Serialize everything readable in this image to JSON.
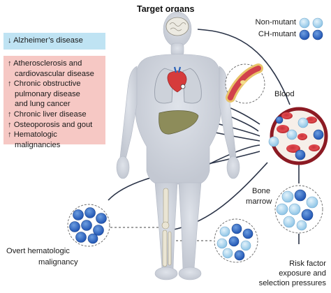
{
  "title": "Target organs",
  "legend": {
    "non_mutant": "Non-mutant",
    "ch_mutant": "CH-mutant",
    "non_mutant_color": "#a9d6ef",
    "ch_mutant_color": "#2b66c4"
  },
  "decreased": {
    "arrow": "↓",
    "items": [
      "Alzheimer’s disease"
    ],
    "color": "#bfe3f3"
  },
  "increased": {
    "arrow": "↑",
    "items": [
      "Atherosclerosis and",
      "cardiovascular disease",
      "Chronic obstructive",
      "pulmonary disease",
      "and lung cancer",
      "Chronic liver disease",
      "Osteoporosis and gout",
      "Hematologic",
      "malignancies"
    ],
    "color": "#f6c8c4"
  },
  "labels": {
    "blood": "Blood",
    "bone_marrow_1": "Bone",
    "bone_marrow_2": "marrow",
    "malignancy_1": "Overt hematologic",
    "malignancy_2": "malignancy",
    "risk_1": "Risk factor",
    "risk_2": "exposure and",
    "risk_3": "selection pressures"
  }
}
